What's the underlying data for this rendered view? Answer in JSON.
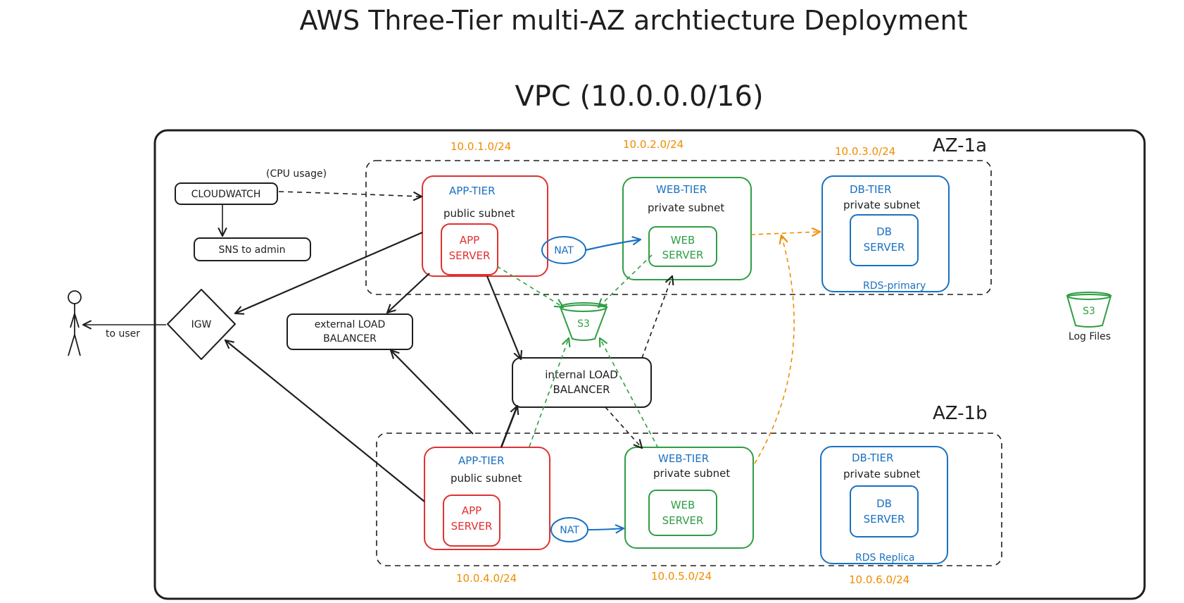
{
  "title": "AWS Three-Tier multi-AZ archtiecture Deployment",
  "vpc_label": "VPC (10.0.0.0/16)",
  "colors": {
    "app": "#e03131",
    "web": "#2f9e44",
    "db": "#1971c2",
    "cidr": "#f08c00",
    "line": "#1e1e1e"
  },
  "az1": {
    "label": "AZ-1a",
    "cidrs": [
      "10.0.1.0/24",
      "10.0.2.0/24",
      "10.0.3.0/24"
    ],
    "app_tier": {
      "title": "APP-TIER",
      "subnet": "public subnet",
      "server_line1": "APP",
      "server_line2": "SERVER"
    },
    "web_tier": {
      "title": "WEB-TIER",
      "subnet": "private subnet",
      "server_line1": "WEB",
      "server_line2": "SERVER"
    },
    "db_tier": {
      "title": "DB-TIER",
      "subnet": "private subnet",
      "server_line1": "DB",
      "server_line2": "SERVER",
      "rds": "RDS-primary"
    },
    "nat": "NAT"
  },
  "az2": {
    "label": "AZ-1b",
    "cidrs": [
      "10.0.4.0/24",
      "10.0.5.0/24",
      "10.0.6.0/24"
    ],
    "app_tier": {
      "title": "APP-TIER",
      "subnet": "public subnet",
      "server_line1": "APP",
      "server_line2": "SERVER"
    },
    "web_tier": {
      "title": "WEB-TIER",
      "subnet": "private subnet",
      "server_line1": "WEB",
      "server_line2": "SERVER"
    },
    "db_tier": {
      "title": "DB-TIER",
      "subnet": "private subnet",
      "server_line1": "DB",
      "server_line2": "SERVER",
      "rds": "RDS Replica"
    },
    "nat": "NAT"
  },
  "cloudwatch": {
    "label": "CLOUDWATCH",
    "note": "(CPU usage)"
  },
  "sns": "SNS to admin",
  "igw": "IGW",
  "user_note": "to user",
  "external_lb": {
    "line1": "external LOAD",
    "line2": "BALANCER"
  },
  "internal_lb": {
    "line1": "internal LOAD",
    "line2": "BALANCER"
  },
  "s3_center": "S3",
  "s3_logs": {
    "label": "S3",
    "caption": "Log Files"
  }
}
